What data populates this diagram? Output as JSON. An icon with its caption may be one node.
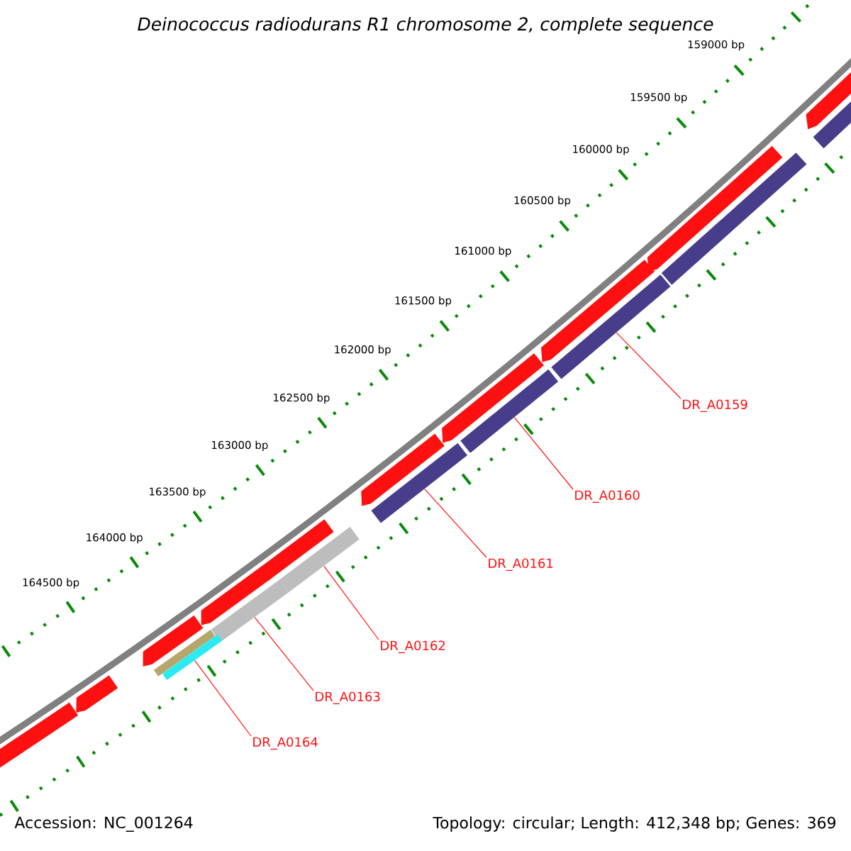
{
  "diagram": {
    "title": "Deinococcus radiodurans R1 chromosome 2, complete sequence",
    "nodes": [
      {
        "text": [
          "DR_A0159"
        ]
      },
      {
        "text": [],
        "shape": "bar"
      },
      {
        "text": [
          "DR_A0160"
        ]
      },
      {
        "text": [],
        "shape": "bar"
      },
      {
        "text": [
          "DR_A0161"
        ]
      },
      {
        "text": [],
        "shape": "bar"
      },
      {
        "text": [
          "DR_A0162"
        ]
      },
      {
        "text": [],
        "shape": "bar"
      },
      {
        "text": [
          "DR_A0163"
        ]
      },
      {
        "text": [],
        "shape": "bar"
      },
      {
        "text": [
          "DR_A0164"
        ]
      },
      {
        "text": [],
        "shape": "bar"
      }
    ],
    "edges": [
      {
        "from": 0,
        "to": 1,
        "arrow": "none"
      },
      {
        "from": 2,
        "to": 3,
        "arrow": "none"
      },
      {
        "from": 4,
        "to": 5,
        "arrow": "none"
      },
      {
        "from": 6,
        "to": 7,
        "arrow": "none"
      },
      {
        "from": 8,
        "to": 9,
        "arrow": "none"
      },
      {
        "from": 10,
        "to": 11,
        "arrow": "none"
      }
    ],
    "labels": [
      "159000 bp",
      "159500 bp",
      "160000 bp",
      "160500 bp",
      "161000 bp",
      "161500 bp",
      "162000 bp",
      "162500 bp",
      "163000 bp",
      "163500 bp",
      "164000 bp",
      "164500 bp",
      "Accession: NC_001264",
      "Topology: circular; Length: 412,348 bp; Genes: 369"
    ]
  }
}
